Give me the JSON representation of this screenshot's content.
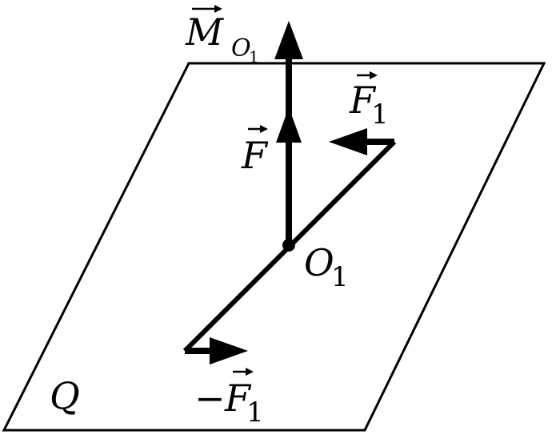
{
  "diagram": {
    "plane_label": "Q",
    "moment": {
      "symbol": "M",
      "subscript_base": "O",
      "subscript_index": "1"
    },
    "force": {
      "symbol": "F"
    },
    "force_one": {
      "symbol": "F",
      "subscript": "1"
    },
    "neg_force_one": {
      "sign": "−",
      "symbol": "F",
      "subscript": "1"
    },
    "point": {
      "symbol": "O",
      "subscript": "1"
    }
  }
}
